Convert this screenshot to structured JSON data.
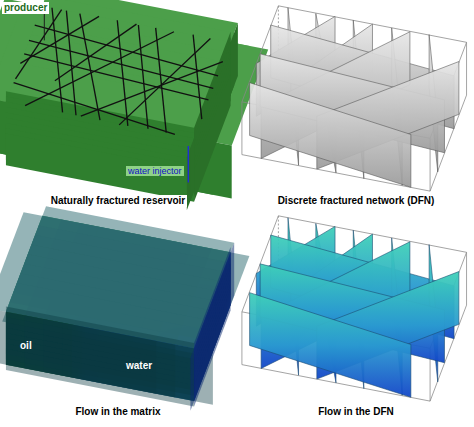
{
  "diagram": {
    "labels": [
      "producer",
      "water injector",
      "Naturally fractured reservoir",
      "Discrete fractured network (DFN)",
      "oil",
      "water",
      "Flow in the matrix",
      "Flow in the DFN"
    ]
  }
}
